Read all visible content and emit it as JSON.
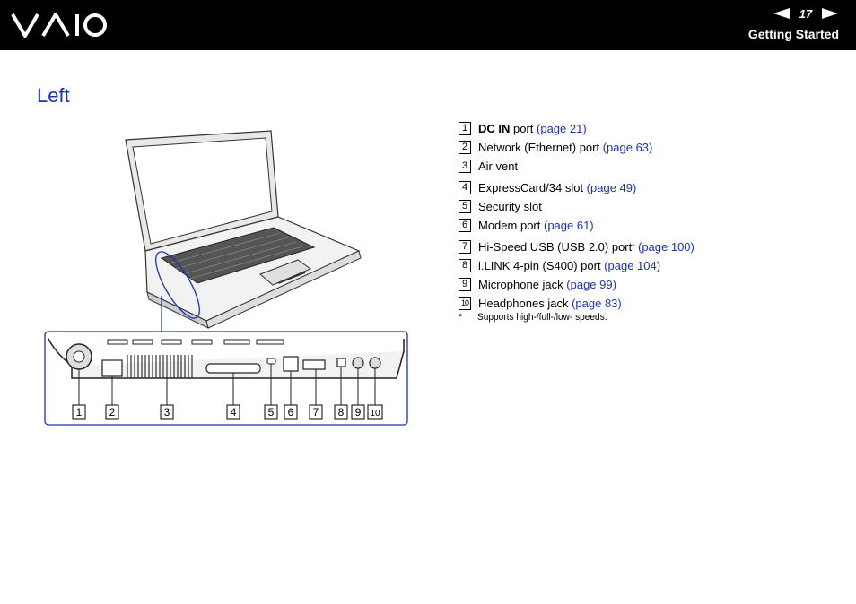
{
  "header": {
    "brand": "VAIO",
    "page_number": "17",
    "section": "Getting Started"
  },
  "title": "Left",
  "items": [
    {
      "num": "1",
      "label_bold": "DC IN",
      "label": " port ",
      "link": "(page 21)",
      "note": ""
    },
    {
      "num": "2",
      "label_bold": "",
      "label": "Network (Ethernet) port ",
      "link": "(page 63)",
      "note": ""
    },
    {
      "num": "3",
      "label_bold": "",
      "label": "Air vent",
      "link": "",
      "note": ""
    },
    {
      "num": "4",
      "label_bold": "",
      "label": "ExpressCard/34 slot ",
      "link": "(page 49)",
      "note": ""
    },
    {
      "num": "5",
      "label_bold": "",
      "label": "Security slot",
      "link": "",
      "note": ""
    },
    {
      "num": "6",
      "label_bold": "",
      "label": "Modem port ",
      "link": "(page 61)",
      "note": ""
    },
    {
      "num": "7",
      "label_bold": "",
      "label": "Hi-Speed USB (USB 2.0) port",
      "link": "(page 100)",
      "note": "*"
    },
    {
      "num": "8",
      "label_bold": "",
      "label": "i.LINK 4-pin (S400) port ",
      "link": "(page 104)",
      "note": ""
    },
    {
      "num": "9",
      "label_bold": "",
      "label": "Microphone jack ",
      "link": "(page 99)",
      "note": ""
    },
    {
      "num": "10",
      "label_bold": "",
      "label": "Headphones jack ",
      "link": "(page 83)",
      "note": ""
    }
  ],
  "footnote": {
    "mark": "*",
    "text": "Supports high-/full-/low- speeds."
  },
  "diagram": {
    "callouts": [
      "1",
      "2",
      "3",
      "4",
      "5",
      "6",
      "7",
      "8",
      "9",
      "10"
    ],
    "highlight_color": "#1b33b5"
  }
}
